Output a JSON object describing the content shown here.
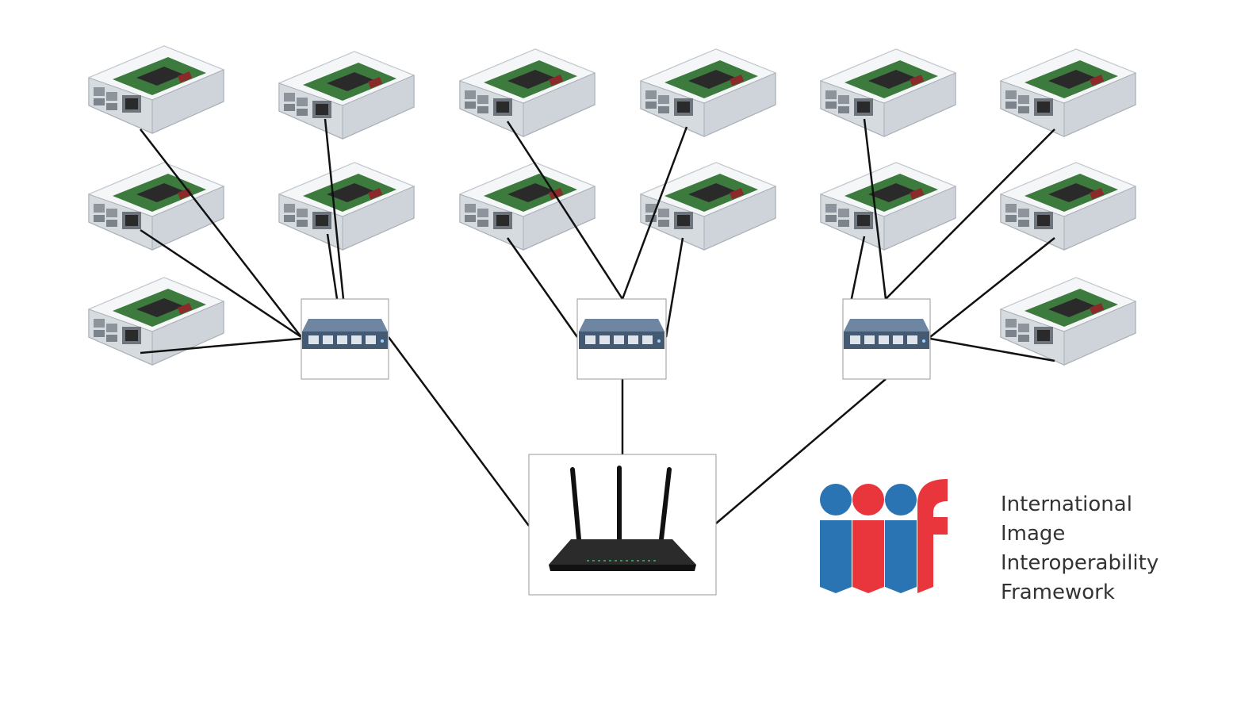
{
  "logo": {
    "mark": "iiif",
    "colors": {
      "blue": "#2b74b3",
      "red": "#e8363c"
    },
    "caption": [
      "International",
      "Image",
      "Interoperability",
      "Framework"
    ]
  },
  "network": {
    "router": {
      "icon": "wireless-router-icon"
    },
    "switches": [
      {
        "icon": "ethernet-switch-icon",
        "connected_pis": 5
      },
      {
        "icon": "ethernet-switch-icon",
        "connected_pis": 4
      },
      {
        "icon": "ethernet-switch-icon",
        "connected_pis": 5
      }
    ],
    "raspberry_pi_count": 14,
    "colors": {
      "cable": "#111111",
      "box_border": "#999999",
      "switch_body": "#4a6079",
      "pi_board": "#3d7a3d",
      "pi_case": "#dfe3e8"
    }
  }
}
